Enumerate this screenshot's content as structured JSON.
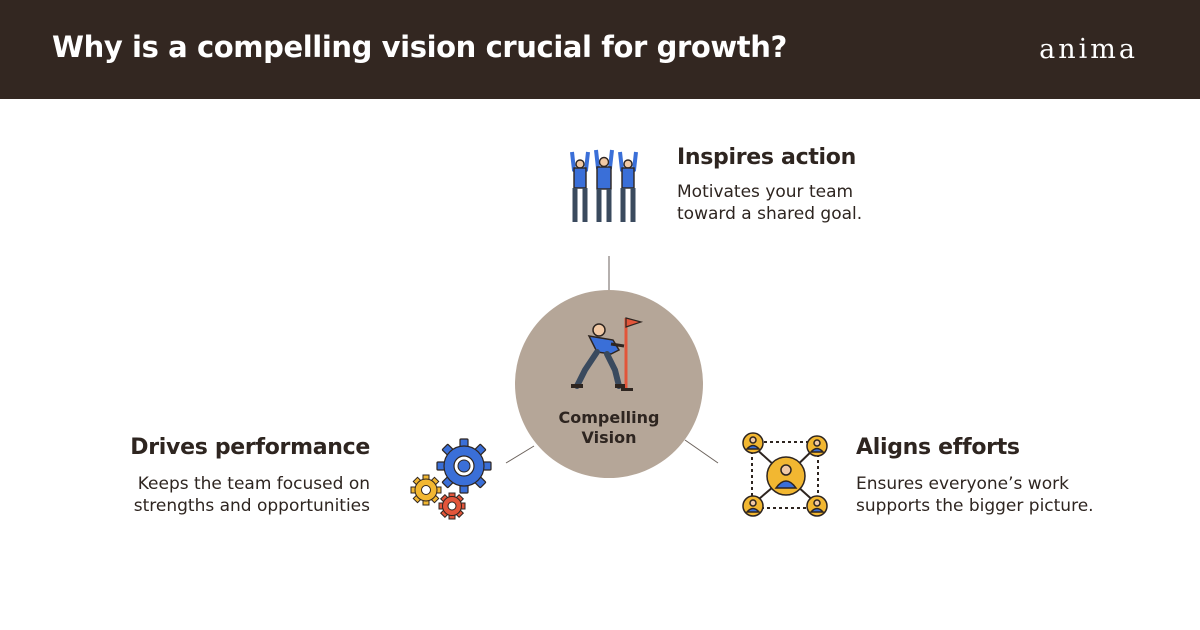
{
  "header": {
    "title": "Why is a compelling vision crucial for growth?",
    "brand": "anima"
  },
  "hub": {
    "line1": "Compelling",
    "line2": "Vision",
    "icon": "person-planting-flag-icon",
    "fill": "#b5a698"
  },
  "nodes": {
    "inspires": {
      "title": "Inspires action",
      "desc1": "Motivates your team",
      "desc2": "toward a shared goal.",
      "icon": "team-celebrating-icon"
    },
    "drives": {
      "title": "Drives performance",
      "desc1": "Keeps the team focused on",
      "desc2": "strengths and opportunities",
      "icon": "gears-icon"
    },
    "aligns": {
      "title": "Aligns efforts",
      "desc1": "Ensures everyone’s work",
      "desc2": "supports the bigger picture.",
      "icon": "network-people-icon"
    }
  },
  "colors": {
    "header_bg": "#332721",
    "text": "#2e2520",
    "accent_blue": "#3a6fd8",
    "accent_yellow": "#f2b731",
    "accent_red": "#e2553a"
  }
}
